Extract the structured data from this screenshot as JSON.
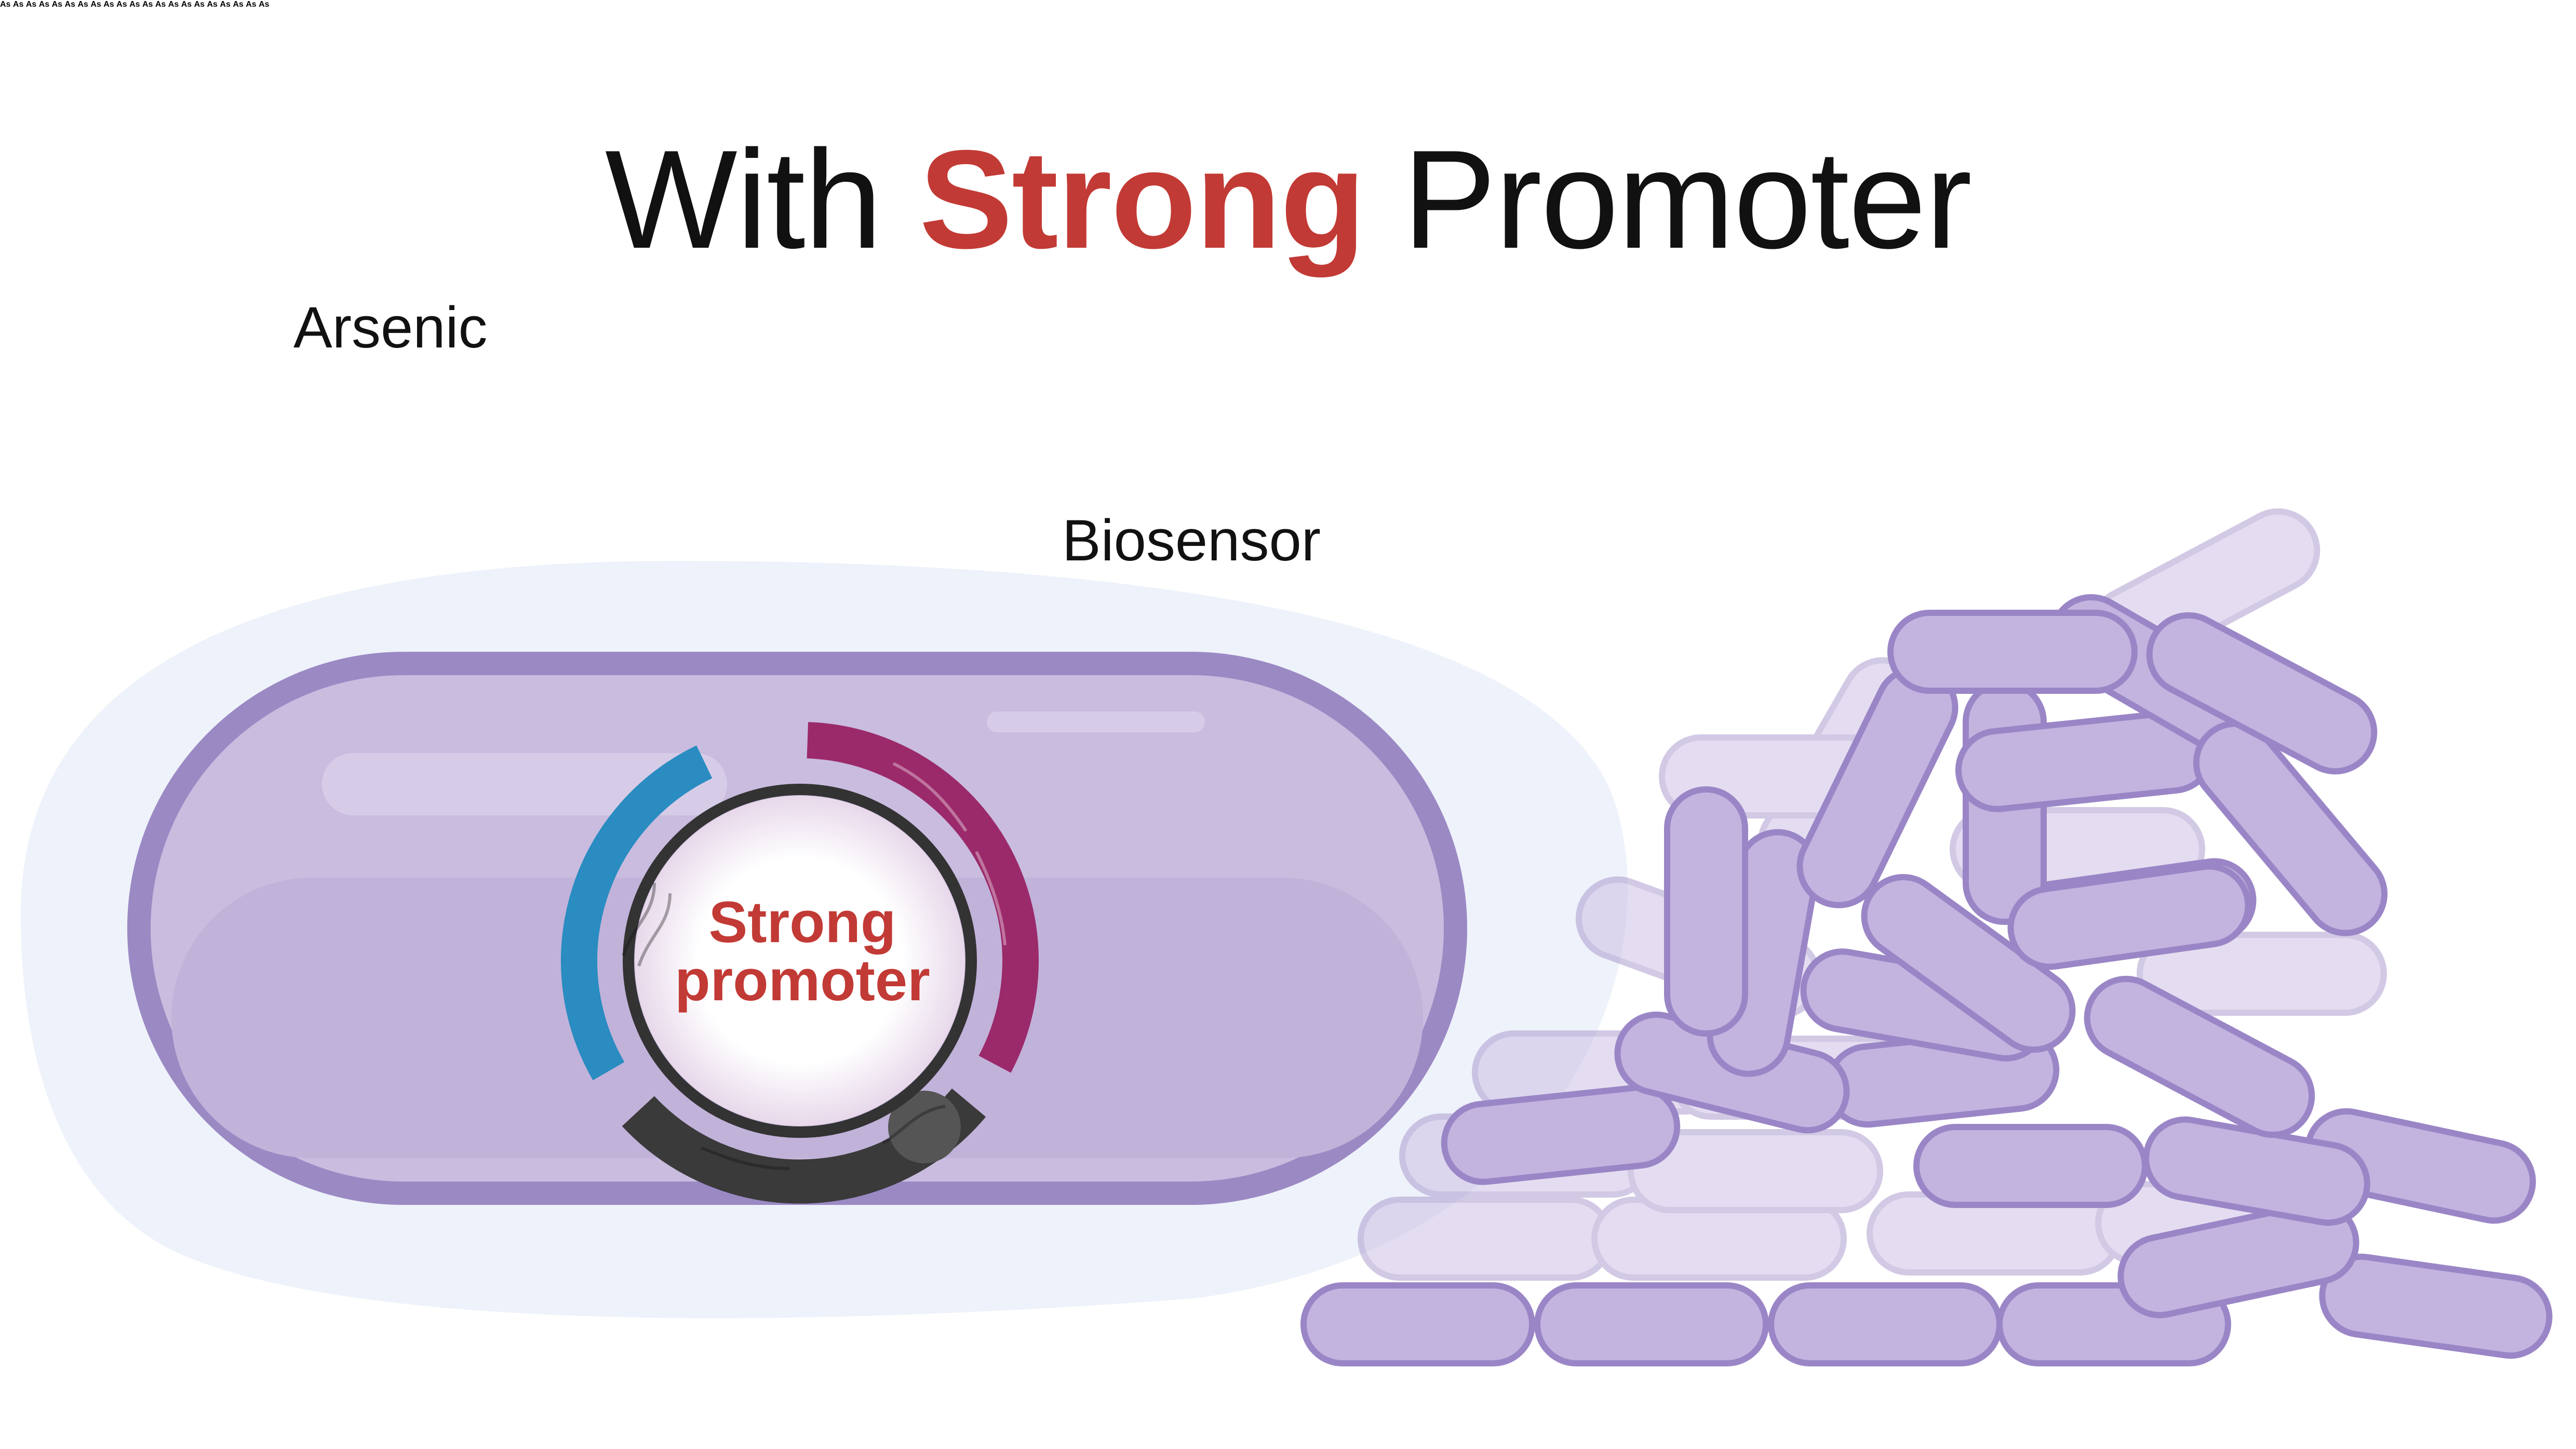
{
  "title": {
    "prefix": "With",
    "accent": "Strong",
    "suffix": "Promoter"
  },
  "labels": {
    "arsenic": "Arsenic",
    "biosensor": "Biosensor",
    "promoter_line1": "Strong",
    "promoter_line2": "promoter",
    "arsenic_symbol": "As"
  },
  "colors": {
    "title_accent": "#c23a35",
    "cell_fill": "#c9bcdf",
    "cell_outline": "#9b89c4",
    "halo": "#eef2fa",
    "arsenic_green": "#5db860",
    "repressor_blue": "#24406e",
    "plasmid_blue": "#2a8cc0",
    "plasmid_magenta": "#9b2a6a",
    "plasmid_grey": "#3a3a3a",
    "reporter_purple": "#8a3fd1",
    "arrow_green": "#4aa94a",
    "arrow_red": "#b33a2f",
    "bacteria_fill": "#c2b4df",
    "bacteria_outline": "#9a86c6"
  },
  "icons": [
    "arsenic-molecule-icon",
    "repressor-protein-icon",
    "reporter-protein-icon",
    "promoter-arrow-icon",
    "dna-helix-icon"
  ]
}
